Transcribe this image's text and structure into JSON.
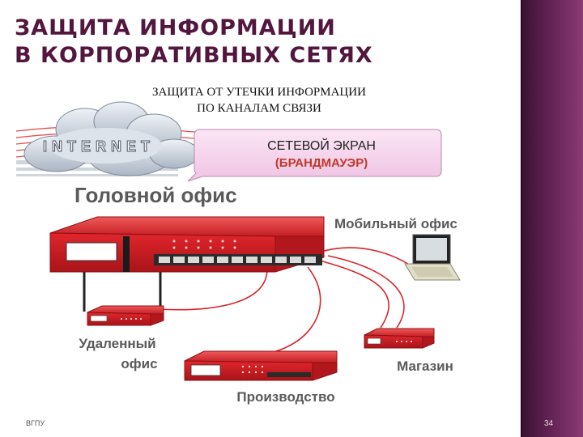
{
  "slide": {
    "title": "ЗАЩИТА ИНФОРМАЦИИ\nВ КОРПОРАТИВНЫХ СЕТЯХ",
    "subtitle": "ЗАЩИТА ОТ УТЕЧКИ ИНФОРМАЦИИ\nПО КАНАЛАМ СВЯЗИ",
    "footer_left": "ВГПУ",
    "page_number": "34"
  },
  "diagram": {
    "internet_label": "INTERNET",
    "callout_line1": "СЕТЕВОЙ ЭКРАН",
    "callout_line2": "(БРАНДМАУЭР)",
    "head_office": "Головной офис",
    "mobile_office": "Мобильный офис",
    "remote_office_line1": "Удаленный",
    "remote_office_line2": "офис",
    "shop": "Магазин",
    "production": "Производство"
  },
  "colors": {
    "title": "#53163f",
    "accent_band": "#5d1f4f",
    "device_red": "#d8242b",
    "callout_fill": "#f7d9ee",
    "callout_text_red": "#c0392b"
  }
}
